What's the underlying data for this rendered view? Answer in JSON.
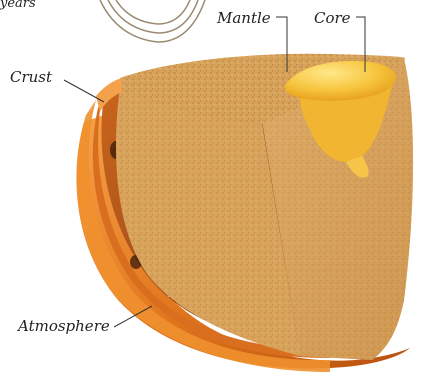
{
  "labels": {
    "years": "years",
    "mantle": "Mantle",
    "core": "Core",
    "crust": "Crust",
    "atmosphere": "Atmosphere"
  },
  "colors": {
    "mantle": "#d9a45c",
    "core": "#f6c543",
    "crust": "#e0771f",
    "atmosphere": "#f08a2c",
    "leader_line": "#333333"
  }
}
